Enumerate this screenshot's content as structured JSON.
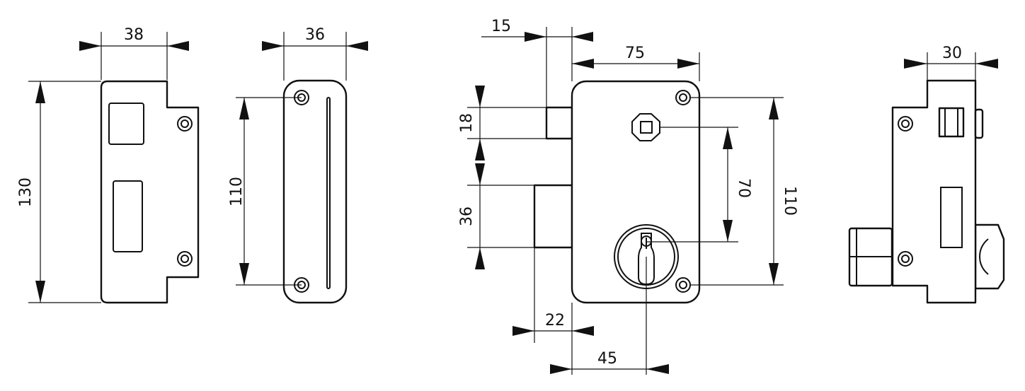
{
  "colors": {
    "line": "#111111",
    "background": "#ffffff"
  },
  "views": {
    "strike_plate_front": {
      "width_label": "38",
      "height_label": "130"
    },
    "strike_plate_side": {
      "width_label": "36",
      "hole_spacing_label": "110"
    },
    "lock_body_front": {
      "backset_label": "15",
      "body_width_label": "75",
      "latch_height_label": "18",
      "bolt_height_label": "36",
      "bolt_throw_label": "22",
      "cylinder_offset_label": "45",
      "spindle_to_cylinder_label": "70",
      "hole_spacing_label": "110"
    },
    "lock_body_side": {
      "width_label": "30"
    }
  }
}
